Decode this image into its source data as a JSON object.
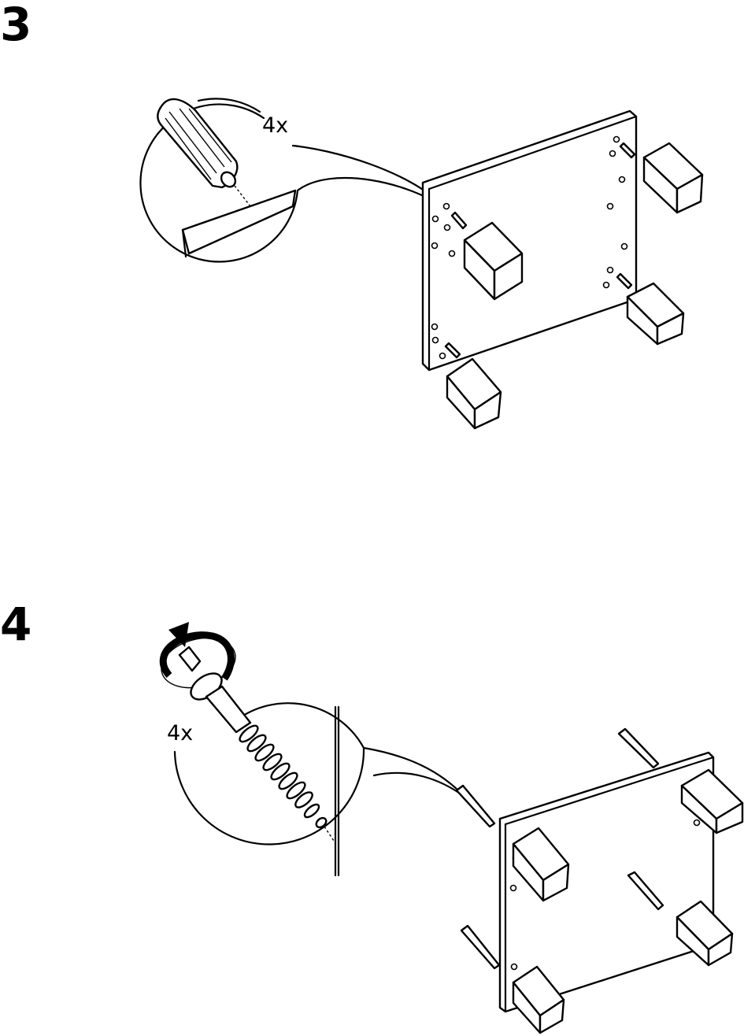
{
  "steps": [
    {
      "number": "3",
      "quantity": "4x",
      "tool": "dowel",
      "icon": "dowel-icon"
    },
    {
      "number": "4",
      "quantity": "4x",
      "tool": "allen-key",
      "icon": "screw-icon"
    }
  ]
}
